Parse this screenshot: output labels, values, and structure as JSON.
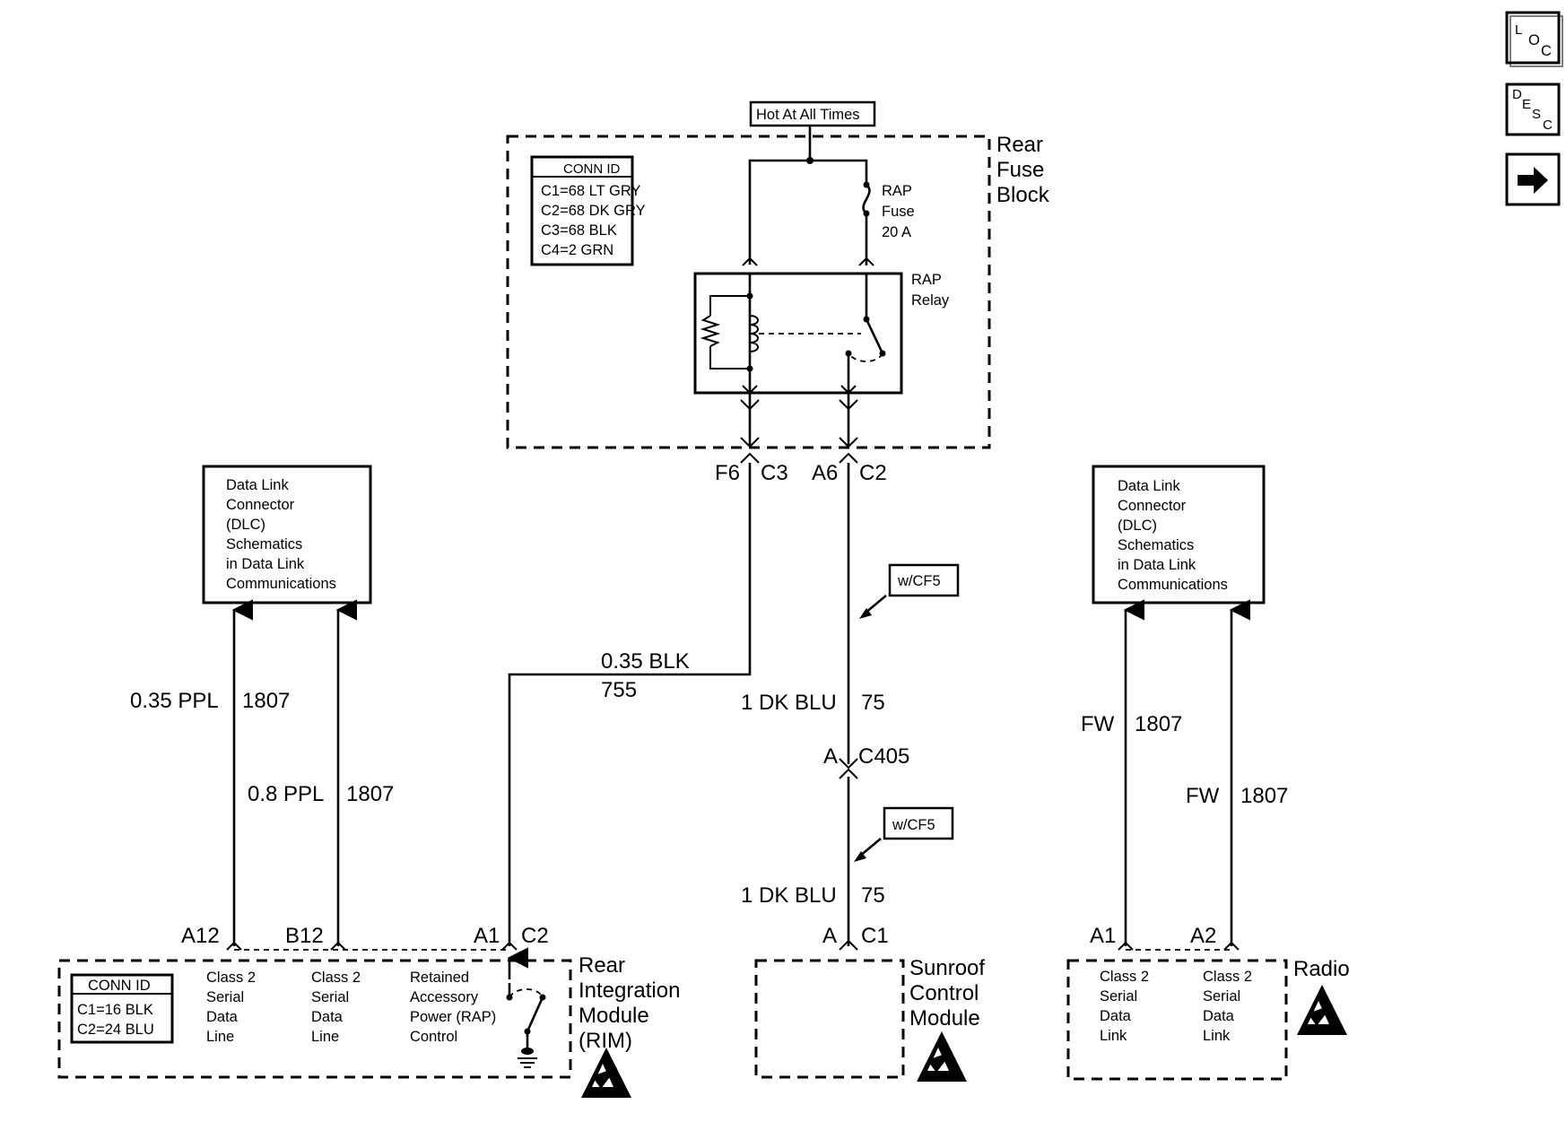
{
  "nav": {
    "loc_button": {
      "sup": "L",
      "sub1": "O",
      "sub2": "C",
      "icon": "location-icon"
    },
    "desc_button": {
      "sup": "D",
      "sub1": "E",
      "sub2": "S",
      "sub3": "C",
      "icon": "description-icon"
    },
    "next_button": {
      "icon": "right-arrow-icon"
    }
  },
  "power": {
    "label": "Hot At All Times"
  },
  "rear_fuse_block": {
    "title_lines": [
      "Rear",
      "Fuse",
      "Block"
    ],
    "conn_id": {
      "header": "CONN ID",
      "rows": [
        "C1=68 LT GRY",
        "C2=68 DK GRY",
        "C3=68 BLK",
        "C4=2 GRN"
      ]
    },
    "fuse_lines": [
      "RAP",
      "Fuse",
      "20 A"
    ],
    "relay_lines": [
      "RAP",
      "Relay"
    ],
    "pins": {
      "left_pin": "F6",
      "left_conn": "C3",
      "right_pin": "A6",
      "right_conn": "C2"
    }
  },
  "dlc_left": {
    "lines": [
      "Data Link",
      "Connector",
      "(DLC)",
      "Schematics",
      "in Data Link",
      "Communications"
    ]
  },
  "dlc_right": {
    "lines": [
      "Data Link",
      "Connector",
      "(DLC)",
      "Schematics",
      "in Data Link",
      "Communications"
    ]
  },
  "wires": {
    "w1": {
      "label": "0.35 PPL",
      "circuit": "1807"
    },
    "w2": {
      "label": "0.8 PPL",
      "circuit": "1807"
    },
    "w3": {
      "label": "0.35 BLK",
      "circuit": "755"
    },
    "w4_upper": {
      "label": "1 DK BLU",
      "circuit": "75"
    },
    "w4_lower": {
      "label": "1 DK BLU",
      "circuit": "75"
    },
    "w5": {
      "label": "FW",
      "circuit": "1807"
    },
    "w6": {
      "label": "FW",
      "circuit": "1807"
    }
  },
  "option_tags": {
    "upper": "w/CF5",
    "lower": "w/CF5"
  },
  "c405": {
    "pin": "A",
    "conn": "C405"
  },
  "rim": {
    "title_lines": [
      "Rear",
      "Integration",
      "Module",
      "(RIM)"
    ],
    "conn_id": {
      "header": "CONN ID",
      "rows": [
        "C1=16 BLK",
        "C2=24 BLU"
      ]
    },
    "pins": {
      "p1": "A12",
      "p2": "B12",
      "p3_pin": "A1",
      "p3_conn": "C2"
    },
    "desc1": [
      "Class 2",
      "Serial",
      "Data",
      "Line"
    ],
    "desc2": [
      "Class 2",
      "Serial",
      "Data",
      "Line"
    ],
    "desc3": [
      "Retained",
      "Accessory",
      "Power (RAP)",
      "Control"
    ],
    "esd_icon": "esd-warning-icon"
  },
  "sunroof": {
    "title_lines": [
      "Sunroof",
      "Control",
      "Module"
    ],
    "pins": {
      "pin": "A",
      "conn": "C1"
    },
    "esd_icon": "esd-warning-icon"
  },
  "radio": {
    "title": "Radio",
    "pins": {
      "p1": "A1",
      "p2": "A2"
    },
    "desc1": [
      "Class 2",
      "Serial",
      "Data",
      "Link"
    ],
    "desc2": [
      "Class 2",
      "Serial",
      "Data",
      "Link"
    ],
    "esd_icon": "esd-warning-icon"
  }
}
